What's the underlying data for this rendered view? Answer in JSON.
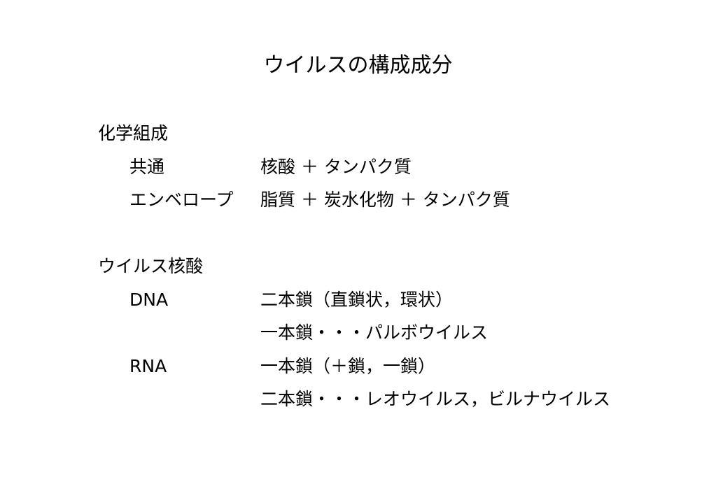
{
  "slide": {
    "title": "ウイルスの構成成分",
    "composition": {
      "heading": "化学組成",
      "rows": [
        {
          "label": "共通",
          "value": "核酸 ＋ タンパク質"
        },
        {
          "label": "エンベロープ",
          "value": "脂質 ＋ 炭水化物 ＋ タンパク質"
        }
      ]
    },
    "nucleic": {
      "heading": "ウイルス核酸",
      "rows": [
        {
          "label": "DNA",
          "value": "二本鎖（直鎖状，環状）"
        },
        {
          "label": "",
          "value": "一本鎖・・・パルボウイルス"
        },
        {
          "label": "RNA",
          "value": "一本鎖（＋鎖，一鎖）"
        },
        {
          "label": "",
          "value": "二本鎖・・・レオウイルス，ビルナウイルス"
        }
      ]
    }
  }
}
